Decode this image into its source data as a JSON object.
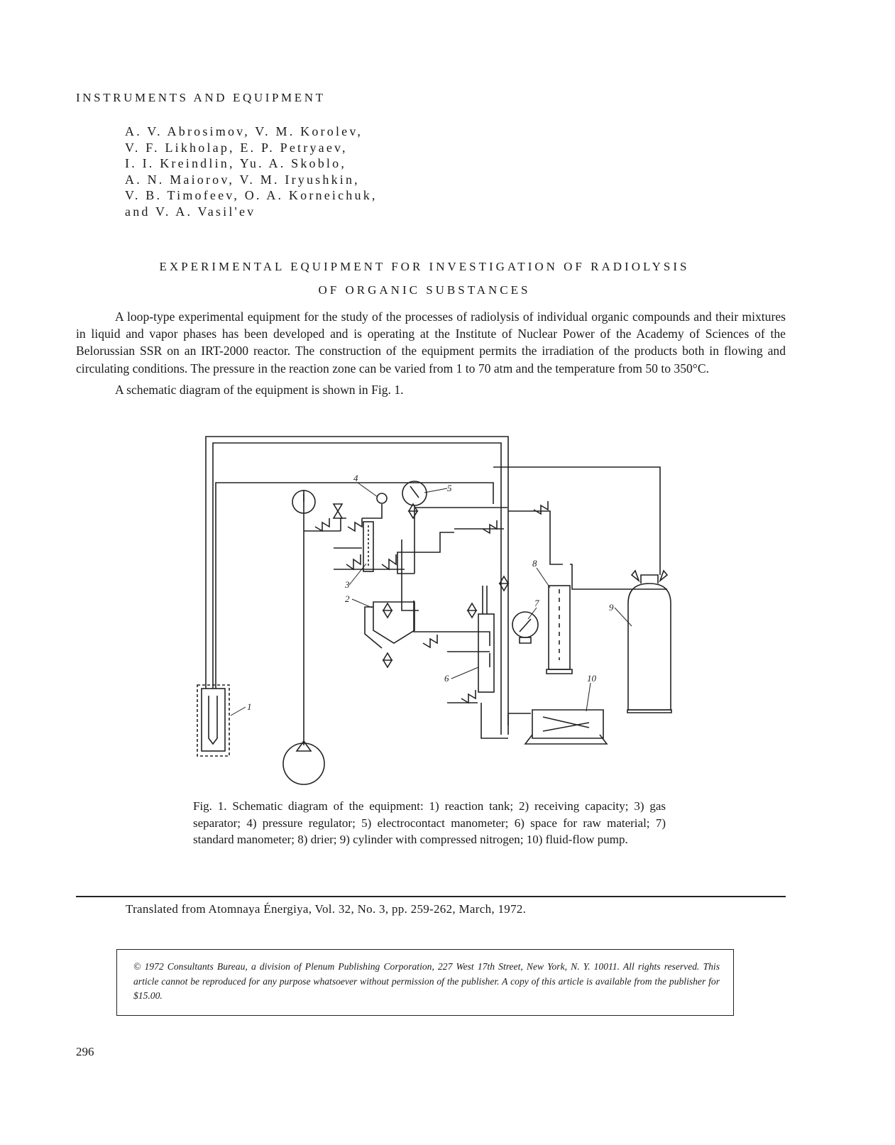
{
  "section": "INSTRUMENTS AND EQUIPMENT",
  "authors": [
    "A. V. Abrosimov, V. M. Korolev,",
    "V. F. Likholap, E. P. Petryaev,",
    "I. I. Kreindlin, Yu. A. Skoblo,",
    "A. N. Maiorov, V. M. Iryushkin,",
    "V. B. Timofeev, O. A. Korneichuk,",
    "and V. A. Vasil'ev"
  ],
  "title": {
    "line1": "EXPERIMENTAL EQUIPMENT FOR INVESTIGATION OF RADIOLYSIS",
    "line2": "OF ORGANIC SUBSTANCES"
  },
  "paragraphs": [
    "A loop-type experimental equipment for the study of the processes of radiolysis of individual organic compounds and their mixtures in liquid and vapor phases has been developed and is operating at the Institute of Nuclear Power of the Academy of Sciences of the Belorussian SSR on an IRT-2000 reactor. The construction of the equipment permits the irradiation of the products both in flowing and circulating conditions. The pressure in the reaction zone can be varied from 1 to 70 atm and the temperature from 50 to 350°C.",
    "A schematic diagram of the equipment is shown in Fig. 1."
  ],
  "figure": {
    "labels": [
      "1",
      "2",
      "3",
      "4",
      "5",
      "6",
      "7",
      "8",
      "9",
      "10"
    ],
    "caption": "Fig. 1. Schematic diagram of the equipment: 1) reaction tank; 2) receiving capacity; 3) gas separator; 4) pressure regulator; 5) electrocontact manometer; 6) space for raw material; 7) standard manometer; 8) drier; 9) cylinder with compressed nitrogen; 10) fluid-flow pump."
  },
  "footnote": {
    "translated": "Translated from Atomnaya Énergiya, Vol. 32, No. 3, pp. 259-262, March, 1972.",
    "copyright": "© 1972 Consultants Bureau, a division of Plenum Publishing Corporation, 227 West 17th Street, New York, N. Y. 10011. All rights reserved. This article cannot be reproduced for any purpose whatsoever without permission of the publisher. A copy of this article is available from the publisher for $15.00."
  },
  "page_number": "296"
}
